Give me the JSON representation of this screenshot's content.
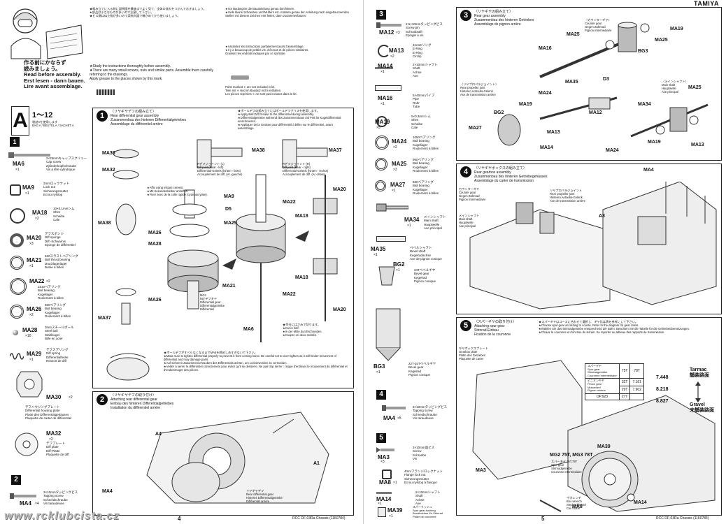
{
  "header": {
    "brand": "TAMIYA"
  },
  "intro": {
    "read_before": "作る前にかならず\n読みましょう。\nRead before assembly.\nErst lesen - dann bauen.\nLire avant assemblage.",
    "jp_notes": "★組み立てに入る前に説明図を最後までよく見て、全体の流れをつかんでおきましょう。\n★部品は小さなものが多いので注意して下さい。\n★ビス類は似た物が多いので実物大図で確かめてから使いましょう。",
    "de_notes": "★Vor Baubeginn die Bauanleitung genau durchlesen.\n★Viele kleine Schrauben und Muttern etc. müssen genau der Anleitung nach eingebaut werden.\nStellen mit diesem Zeichen erst fetten, dann zusammenbauen.",
    "en_notes": "★Study the instructions thoroughly before assembly.\n★There are many small screws, nuts and similar parts. Assemble them carefully referring to the drawings.\nApply grease to the places shown by this mark.",
    "fr_notes": "★Assimilez les instructions parfaitement avant l'assemblage.\n★Il y a beaucoup de petites vis, d'écrous et de pièces similaires.\nGraissez les endroits indiqués par ce symbole.",
    "not_included": "Parts marked ✳ are not included in kit.\nTeile mit ✳ sind im Bausatz nicht enthalten.\nLes pièces repérées ✳ ne sont pas incluses dans le kit."
  },
  "bag_a": {
    "letter": "A",
    "steps": "1〜12",
    "label": "袋詰Aを使用します\nBAG A / BEUTEL A / SACHET A"
  },
  "left_parts": [
    {
      "code": "MA6",
      "qty": "×1",
      "desc": "2×25mmキャップスクリュー\nCap screw\nZylinderkopfschraube\nVis à tête cylindrique"
    },
    {
      "code": "MA9",
      "qty": "×1",
      "desc": "2mmロックナット\nLock nut\nSicherungsmutter\nEcrou nylstop"
    },
    {
      "code": "MA18",
      "qty": "×2",
      "desc": "10×0.1mmシム\nShim\nScheibe\nCale"
    },
    {
      "code": "MA20",
      "qty": "×3",
      "desc": "デフスポンジ\nDiff sponge\nDiff.-Schwamm\nEponge de différentiel"
    },
    {
      "code": "MA21",
      "qty": "×1",
      "desc": "620スラストベアリング\nBall thrust bearing\nDrucklagerlager\nButée à billes"
    },
    {
      "code": "MA22",
      "qty": "×2",
      "desc": "1510ベアリング\nBall bearing\nKugellager\nRoulement à billes"
    },
    {
      "code": "MA26",
      "qty": "×2",
      "desc": "850ベアリング\nBall bearing\nKugellager\nRoulement à billes"
    },
    {
      "code": "MA28",
      "qty": "×10",
      "desc": "3mmスチールボール\nSteel ball\nStahlkugel\nBille en acier"
    },
    {
      "code": "MA29",
      "qty": "×1",
      "desc": "デフスプリング\nDiff spring\nDifferentialfeder\nRessort de diff"
    },
    {
      "code": "MA30",
      "qty": "×2",
      "desc": "デフハウジングプレート\nDifferential housing plate\nPlatte des Differentialgehäuses\nPlaquette de carter de différentiel"
    },
    {
      "code": "MA32",
      "qty": "×2",
      "desc": "デフプレート\nDiff plate\nDiff-Platte\nPlaquette de diff"
    },
    {
      "code": "MA4",
      "qty": "×4",
      "desc": "3×10mmタッピングビス\nTapping screw\nSchneidschraube\nVis taraudeuse"
    }
  ],
  "step1": {
    "num": "1",
    "title": "〈リヤギヤデフの組み立て〉\nRear differential gear assembly\nZusammenbau des hinteren Differentialgetriebes\nAssemblage du différentiel arrière",
    "grease_note": "★ボールデフの組み立てにはボールデフグリスを使用します。\n★Apply Ball Diff Grease to the differential during assembly.\n★Differentialgetriebe während des Zusammenbaus mit Fett für Kugeldifferential einschmieren.\n★Appliquer de la Graisse pour différentiel à billes sur le différentiel, avant assemblage.",
    "diff_joint_l": "Rデフジョイント (L)\nDiff joint (Rear - left)\nDifferential-Gelenk (hinten - links)\nAccouplement de diff. (Ar.-gauche)",
    "diff_joint_r": "Rデフジョイント (R)\nDiff joint (Rear - right)\nDifferential-Gelenk (hinten - rechts)\nAccouplement de diff. (Ar.-droite)",
    "parts_note": "★Affix using instant cement.\n★Mit Sekundenkleber anheften.\n★Fixer avec de la colle rapide (cyanoacrylate).",
    "cut_note": "★余分にはさみで切ります。\n★Cut in half.\n★In der Mitte durchschneiden.\n★Couper en deux moitiés.",
    "mg1": "MG1\n55Tデフギヤ\nDifferential gear\nDifferentialgetriebe\nDifférentiel",
    "warning": "★ボールデフがすべらなくなるまでMA6を締めしめすぎないで下さい。\n★Make sure to tighten differential properly to prevent it from coming loose. Be careful not to over-tighten as it will hinder movement of differential and may damage parts.\n★Auf sicheren Zusammenschrauben des Differentials achten, um Lockerwerden zu vermeiden.\n★Veiller à serrer le différentiel correctement pour éviter qu'il se desserre. Ne pas trop serrer : risque d'entraver le mouvement du différentiel et d'endommager des pièces.",
    "labels": {
      "ma30": "MA30",
      "ma32": "MA32",
      "ma38a": "MA38",
      "ma37a": "MA37",
      "ma38b": "MA38",
      "ma26a": "MA26",
      "ma28": "MA28",
      "ma37b": "MA37",
      "ma26b": "MA26",
      "ma9": "MA9",
      "d5": "D5",
      "ma29": "MA29",
      "ma20a": "MA20",
      "ma22a": "MA22",
      "ma18a": "MA18",
      "ma21": "MA21",
      "ma18b": "MA18",
      "ma22b": "MA22",
      "ma20b": "MA20",
      "ma6": "MA6"
    }
  },
  "step2": {
    "num": "2",
    "title": "〈リヤギヤデフの取り付け〉\nAttaching rear differential gear\nEinbau des hinteren Differentialgetriebes\nInstallation du différentiel arrière",
    "sub": "リヤギヤデフ\nRear differential gear\nHinteres Differentialgetriebe\nDifférentiel arrière",
    "labels": {
      "a4": "A4",
      "a1": "A1",
      "ma4": "MA4"
    }
  },
  "footer_left": {
    "page": "4",
    "model": "RCC DF-03Ra Chassis (1150784)"
  },
  "footer_right": {
    "page": "5",
    "model": "RCC DF-03Ra Chassis (1150784)"
  },
  "watermark": "www.rcklubcista.cz",
  "mid_parts": [
    {
      "code": "MA12",
      "qty": "×3",
      "desc": "2.6×10mmタッピングビス\nScrew pin\nSchraubstift\nÉpingle à vis"
    },
    {
      "code": "MA13",
      "qty": "×2",
      "desc": "4mmEリング\nE-Ring\nE-Ring\nCirclip"
    },
    {
      "code": "MA14",
      "qty": "×1",
      "desc": "2×10mmシャフト\nShaft\nAchse\nAxe"
    },
    {
      "code": "MA16",
      "qty": "×1",
      "desc": "5×40mmパイプ\nPipe\nRohr\nTube"
    },
    {
      "code": "MA19",
      "qty": "×5",
      "desc": "5×0.3mmシム\nShim\nScheibe\nCale"
    },
    {
      "code": "MA24",
      "qty": "×2",
      "desc": "1050ベアリング\nBall bearing\nKugellager\nRoulement à billes"
    },
    {
      "code": "MA25",
      "qty": "×3",
      "desc": "950ベアリング\nBall bearing\nKugellager\nRoulement à billes"
    },
    {
      "code": "MA27",
      "qty": "×1",
      "desc": "830ベアリング\nBall bearing\nKugellager\nRoulement à billes"
    },
    {
      "code": "MA34",
      "qty": "×1",
      "desc": "メインシャフト\nMain shaft\nHauptwelle\nAxe principal"
    },
    {
      "code": "MA35",
      "qty": "×1",
      "desc": "ベベルシャフト\nBevel shaft\nKegelradachse\nAxe de pignon conique"
    },
    {
      "code": "BG2",
      "qty": "×1",
      "desc": "34Tベベルギヤ\nBevel gear\nKegelrad\nPignon conique"
    },
    {
      "code": "BG3",
      "qty": "×1",
      "desc": "22T-34Tベベルギヤ\nBevel gear\nKegelrad\nPignon conique"
    }
  ],
  "bag4": {
    "num": "4",
    "code": "MA4",
    "qty": "×5",
    "desc": "3×10mmタッピングビス\nTapping screw\nSchneidschraube\nVis taraudeuse"
  },
  "bag5": [
    {
      "code": "MA3",
      "qty": "×3",
      "desc": "3×10mm皿ビス\nScrew\nSchraube\nVis"
    },
    {
      "code": "MA8",
      "qty": "×1",
      "desc": "4mmフランジロックナット\nFlange lock nut\nSicherungsmutter\nEcrou nylstop à flasque"
    },
    {
      "code": "MA14",
      "qty": "×1",
      "desc": "2×10mmシャフト\nShaft\nAchse\nAxe"
    },
    {
      "code": "MA39",
      "qty": "×1",
      "desc": "スパーフッシュ\nSpur gear bushing\nBundbuchse für Stirnrad\nPalier de couronne"
    }
  ],
  "step3": {
    "num": "3",
    "title": "〈リヤギヤの組み立て〉\nRear gear assembly\nZusammenbau des hinteren Getriebes\nAssemblage de pignon arrière",
    "counter": "〈カウンターギヤ〉\nCounter gear\nGegen-Zahnrad\nPignon intermédiaire",
    "prop_joint": "〈リヤプロペラジョイント〉\nRear propeller joint\nHinteren Antriebs-Gelenk\nAxe de transmission arrière",
    "main_shaft": "〈メインシャフト〉\nMain shaft\nHauptwelle\nAxe principal",
    "labels": {
      "ma25a": "MA25",
      "ma19a": "MA19",
      "ma25b": "MA25",
      "ma16": "MA16",
      "bg3": "BG3",
      "ma24a": "MA24",
      "ma35": "MA35",
      "d3": "D3",
      "ma19b": "MA19",
      "bg2": "BG2",
      "ma12": "MA12",
      "ma27": "MA27",
      "ma13a": "MA13",
      "ma14": "MA14",
      "ma25c": "MA25",
      "ma34": "MA34",
      "ma19c": "MA19",
      "ma13b": "MA13",
      "ma24b": "MA24"
    }
  },
  "step4": {
    "num": "4",
    "title": "〈リヤギヤボックスの組み立て〉\nRear gearbox assembly\nZusammenbau des hinteren Getriebegehäuses\nAssemblage du carter de transmission",
    "counter": "カウンターギヤ\nCounter gear\nGegen-Zahnrad\nPignon intermédiaire",
    "prop": "リヤプロペラジョイント\nRear propeller joint\nHinteren Antriebs-Gelenk\nAxe de transmission arrière",
    "main": "メインシャフト\nMain shaft\nHauptwelle\nAxe principal",
    "labels": {
      "ma4": "MA4",
      "a3": "A3"
    }
  },
  "step5": {
    "num": "5",
    "title": "〈スパーギヤの取り付け〉\nAttaching spur gear\nStirnrad-Einbau\nFixation de la couronne",
    "note": "★スパーギヤはコースに合わせて選択し、ギヤ比は表を参考にして下さい。\n★Choose spur gear according to course. Refer to the diagram for gear ratios.\n★Wählen Sie das Stirnradgetriebe entsprechend der Bahn. Beachten Sie die Tabelle für die Getriebeübersetzungen.\n★Choisir la couronne en fonction du terrain. Se reporter au tableau des rapports de transmission.",
    "gearbox_plate": "ギヤボックスプレート\nGearbox plate\nPlatte des Getriebes\nPlaquette de carter",
    "spur_gear": "スパーギヤ 75T,78T\nSpur gear\nStirnradgetriebe\nCouronne intermédiaire",
    "wrench": "十字レンチ\nBox wrench\nSteckschlüssel\nClé à tube",
    "labels": {
      "ma3": "MA3",
      "ma39": "MA39",
      "mg": "MG2 75T, MG3 78T",
      "ma8": "MA8",
      "ma14": "MA14"
    },
    "table": {
      "h1": "スパーギヤ\nSpur gear\nStirnradgetriebe\nCouronne intermédiaire",
      "c75": "75T",
      "c78": "78T",
      "pin": "ピニオンギヤ\nPinion gear\nMotorritzel\nPignon moteur",
      "rows": [
        [
          "32T",
          "7.161",
          "7.448"
        ],
        [
          "29T",
          "7.902",
          "8.218"
        ],
        [
          "27T",
          "",
          "8.827"
        ]
      ],
      "opt": "OP.923",
      "tarmac": "Tarmac\n舗装路面",
      "gravel": "Gravel\n未舗装路面"
    }
  }
}
